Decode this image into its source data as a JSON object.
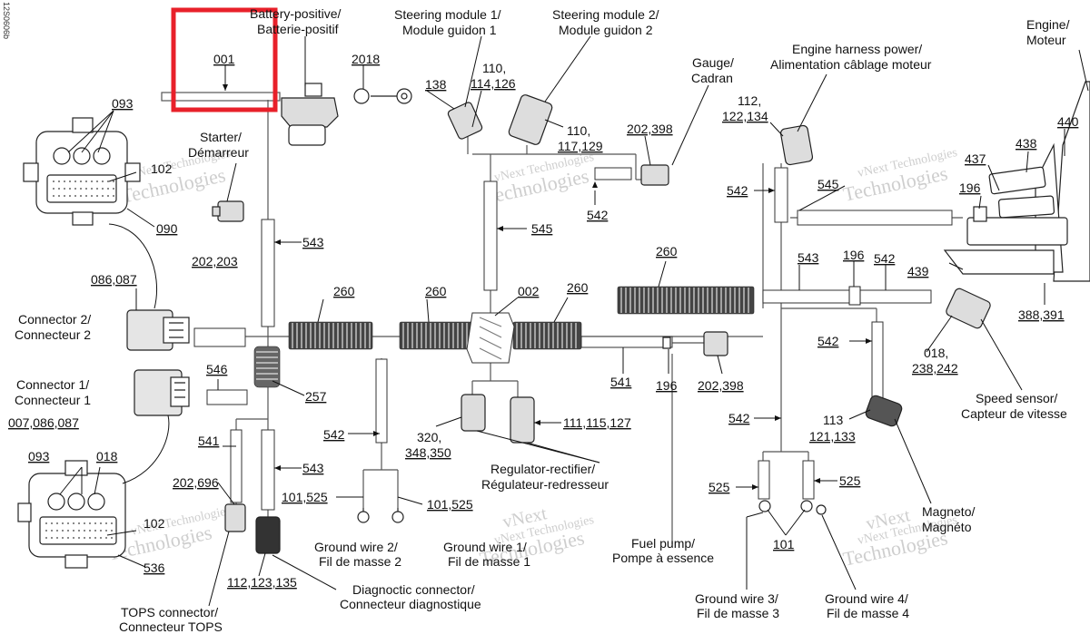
{
  "figure_code": "12S0606b",
  "watermark": {
    "line1": "vNext Technologies",
    "line2": "Technologies",
    "line3": "vNext"
  },
  "highlight_color": "#e8202a",
  "callouts": {
    "battery_ref": "001",
    "starter_ref": "202,203",
    "bolt_ref": "2018",
    "steer1_ref": "138",
    "steer1_ref2": "110,",
    "steer1_ref3": "114,126",
    "steer2_ref": "110,",
    "steer2_ref2": "117,129",
    "gauge_ref": "202,398",
    "gauge_ref2": "542",
    "ehp_ref": "112,",
    "ehp_ref2": "122,134",
    "engine_440": "440",
    "engine_438": "438",
    "engine_437": "437",
    "engine_196": "196",
    "engine_439": "439",
    "engine_388": "388,391",
    "c093_top": "093",
    "c102_top": "102",
    "c090": "090",
    "c086": "086,087",
    "c546": "546",
    "c007": "007,086,087",
    "c093_bot": "093",
    "c018_bot": "018",
    "c102_bot": "102",
    "c536": "536",
    "c541_left": "541",
    "c202_696": "202,696",
    "c543_a": "543",
    "c543_b": "543",
    "c257": "257",
    "c260_a": "260",
    "c260_b": "260",
    "c260_c": "260",
    "c260_d": "260",
    "c002": "002",
    "c545_mid": "545",
    "c545_eng": "545",
    "c542_gnd": "542",
    "c101_a": "101,525",
    "c101_b": "101,525",
    "c112_diag": "112,123,135",
    "c320": "320,",
    "c348": "348,350",
    "c111": "111,115,127",
    "c541_mid": "541",
    "c196_mid": "196",
    "c202_398b": "202,398",
    "c543_r": "543",
    "c196_r": "196",
    "c542_r": "542",
    "c542_ehp": "542",
    "c542_mag": "542",
    "c542_gw": "542",
    "c018_r": "018,",
    "c238": "238,242",
    "c113": "113",
    "c121": "121,133",
    "c525_l": "525",
    "c525_r": "525",
    "c101_gw": "101"
  },
  "labels": {
    "battery_1": "Battery-positive/",
    "battery_2": "Batterie-positif",
    "steer1_1": "Steering module 1/",
    "steer1_2": "Module guidon 1",
    "steer2_1": "Steering module 2/",
    "steer2_2": "Module guidon 2",
    "gauge_1": "Gauge/",
    "gauge_2": "Cadran",
    "ehp_1": "Engine harness power/",
    "ehp_2": "Alimentation câblage moteur",
    "engine_1": "Engine/",
    "engine_2": "Moteur",
    "starter_1": "Starter/",
    "starter_2": "Démarreur",
    "conn2_1": "Connector 2/",
    "conn2_2": "Connecteur 2",
    "conn1_1": "Connector 1/",
    "conn1_2": "Connecteur 1",
    "tops_1": "TOPS connector/",
    "tops_2": "Connecteur TOPS",
    "diag_1": "Diagnoctic connector/",
    "diag_2": "Connecteur diagnostique",
    "gw2_1": "Ground wire 2/",
    "gw2_2": "Fil de masse 2",
    "gw1_1": "Ground wire 1/",
    "gw1_2": "Fil de masse 1",
    "reg_1": "Regulator-rectifier/",
    "reg_2": "Régulateur-redresseur",
    "fuel_1": "Fuel pump/",
    "fuel_2": "Pompe à essence",
    "speed_1": "Speed sensor/",
    "speed_2": "Capteur de vitesse",
    "magneto_1": "Magneto/",
    "magneto_2": "Magnéto",
    "gw3_1": "Ground wire 3/",
    "gw3_2": "Fil de masse 3",
    "gw4_1": "Ground wire 4/",
    "gw4_2": "Fil de masse 4"
  }
}
